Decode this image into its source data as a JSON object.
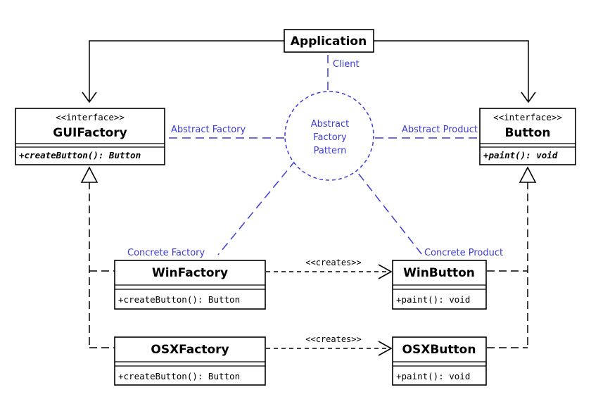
{
  "classes": {
    "application": {
      "name": "Application"
    },
    "gui_factory": {
      "stereotype": "<<interface>>",
      "name": "GUIFactory",
      "method": "+createButton(): Button"
    },
    "button": {
      "stereotype": "<<interface>>",
      "name": "Button",
      "method": "+paint(): void"
    },
    "win_factory": {
      "name": "WinFactory",
      "method": "+createButton(): Button"
    },
    "osx_factory": {
      "name": "OSXFactory",
      "method": "+createButton(): Button"
    },
    "win_button": {
      "name": "WinButton",
      "method": "+paint(): void"
    },
    "osx_button": {
      "name": "OSXButton",
      "method": "+paint(): void"
    }
  },
  "relations": {
    "win_creates": "<<creates>>",
    "osx_creates": "<<creates>>"
  },
  "pattern": {
    "name_lines": [
      "Abstract",
      "Factory",
      "Pattern"
    ],
    "roles": {
      "client": "Client",
      "abstract_factory": "Abstract Factory",
      "abstract_product": "Abstract Product",
      "concrete_factory": "Concrete Factory",
      "concrete_product": "Concrete Product"
    }
  },
  "colors": {
    "pattern": "#3b3bd6",
    "line": "#000000"
  }
}
